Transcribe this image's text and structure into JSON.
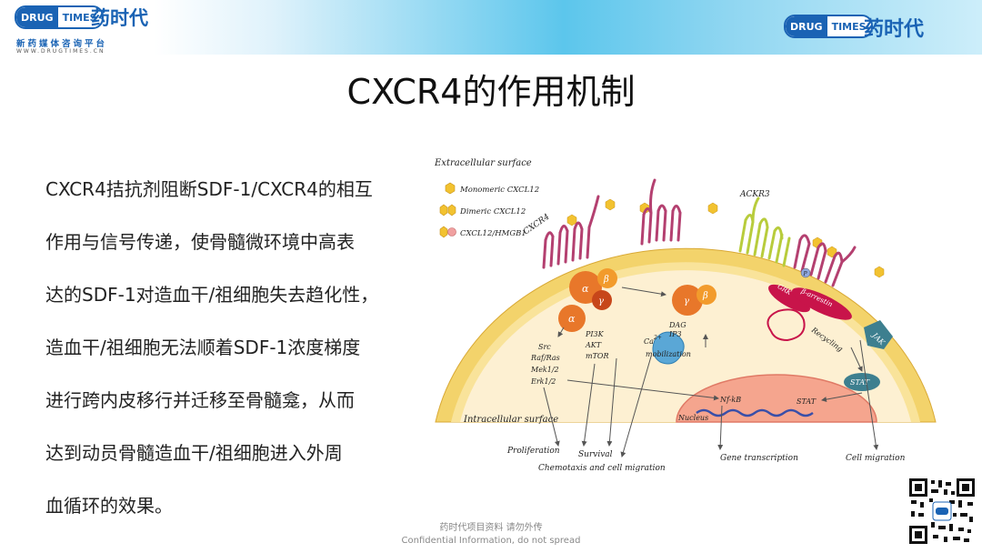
{
  "header": {
    "logo_en_left": "DRUG",
    "logo_en_right": "TIMES",
    "logo_cn": "药时代",
    "tagline": "新药媒体咨询平台",
    "url": "WWW.DRUGTIMES.CN"
  },
  "slide": {
    "title": "CXCR4的作用机制",
    "body_lines": [
      "CXCR4拮抗剂阻断SDF-1/CXCR4的相互",
      "作用与信号传递，使骨髓微环境中高表",
      "达的SDF-1对造血干/祖细胞失去趋化性，",
      "造血干/祖细胞无法顺着SDF-1浓度梯度",
      "进行跨内皮移行并迁移至骨髓龛，从而",
      "达到动员骨髓造血干/祖细胞进入外周",
      "血循环的效果。"
    ]
  },
  "diagram": {
    "extracellular": "Extracellular surface",
    "intracellular": "Intracellular surface",
    "legend": [
      "Monomeric CXCL12",
      "Dimeric CXCL12",
      "CXCL12/HMGB1"
    ],
    "labels": {
      "cxcr4": "CXCR4",
      "ackr3": "ACKR3",
      "alpha": "α",
      "beta": "β",
      "gamma": "γ",
      "src_lines": [
        "Src",
        "Raf/Ras",
        "Mek1/2",
        "Erk1/2"
      ],
      "pi3k_lines": [
        "PI3K",
        "AKT",
        "mTOR"
      ],
      "dag_lines": [
        "DAG",
        "IP3"
      ],
      "ca": "Ca",
      "ca_sup": "2+",
      "mobilization": "mobilization",
      "grk": "GRK",
      "b_arrestin": "β-arrestin",
      "recycling": "Recycling",
      "jak": "JAK",
      "stat": "STAT",
      "p": "P",
      "nfkb": "Nf-kB",
      "stat_nucleus": "STAT",
      "nucleus": "Nucleus",
      "proliferation": "Proliferation",
      "survival": "Survival",
      "chemotaxis": "Chemotaxis and cell migration",
      "gene_transcription": "Gene transcription",
      "cell_migration": "Cell migration"
    }
  },
  "footer": {
    "line1": "药时代项目资料 请勿外传",
    "line2": "Confidential Information, do not spread"
  },
  "colors": {
    "brand_blue": "#1a63b4",
    "membrane_yellow": "#f3d36b",
    "cytoplasm": "#fdf0d2",
    "nucleus": "#f5a58e",
    "receptor": "#b44070",
    "ackr3": "#b8cc3c",
    "g_alpha": "#e8772a",
    "g_beta": "#f29b2c",
    "g_gamma": "#c7461a",
    "jak": "#3d7f8f",
    "barrestin": "#c8144a",
    "calcium": "#5aa7d6"
  }
}
